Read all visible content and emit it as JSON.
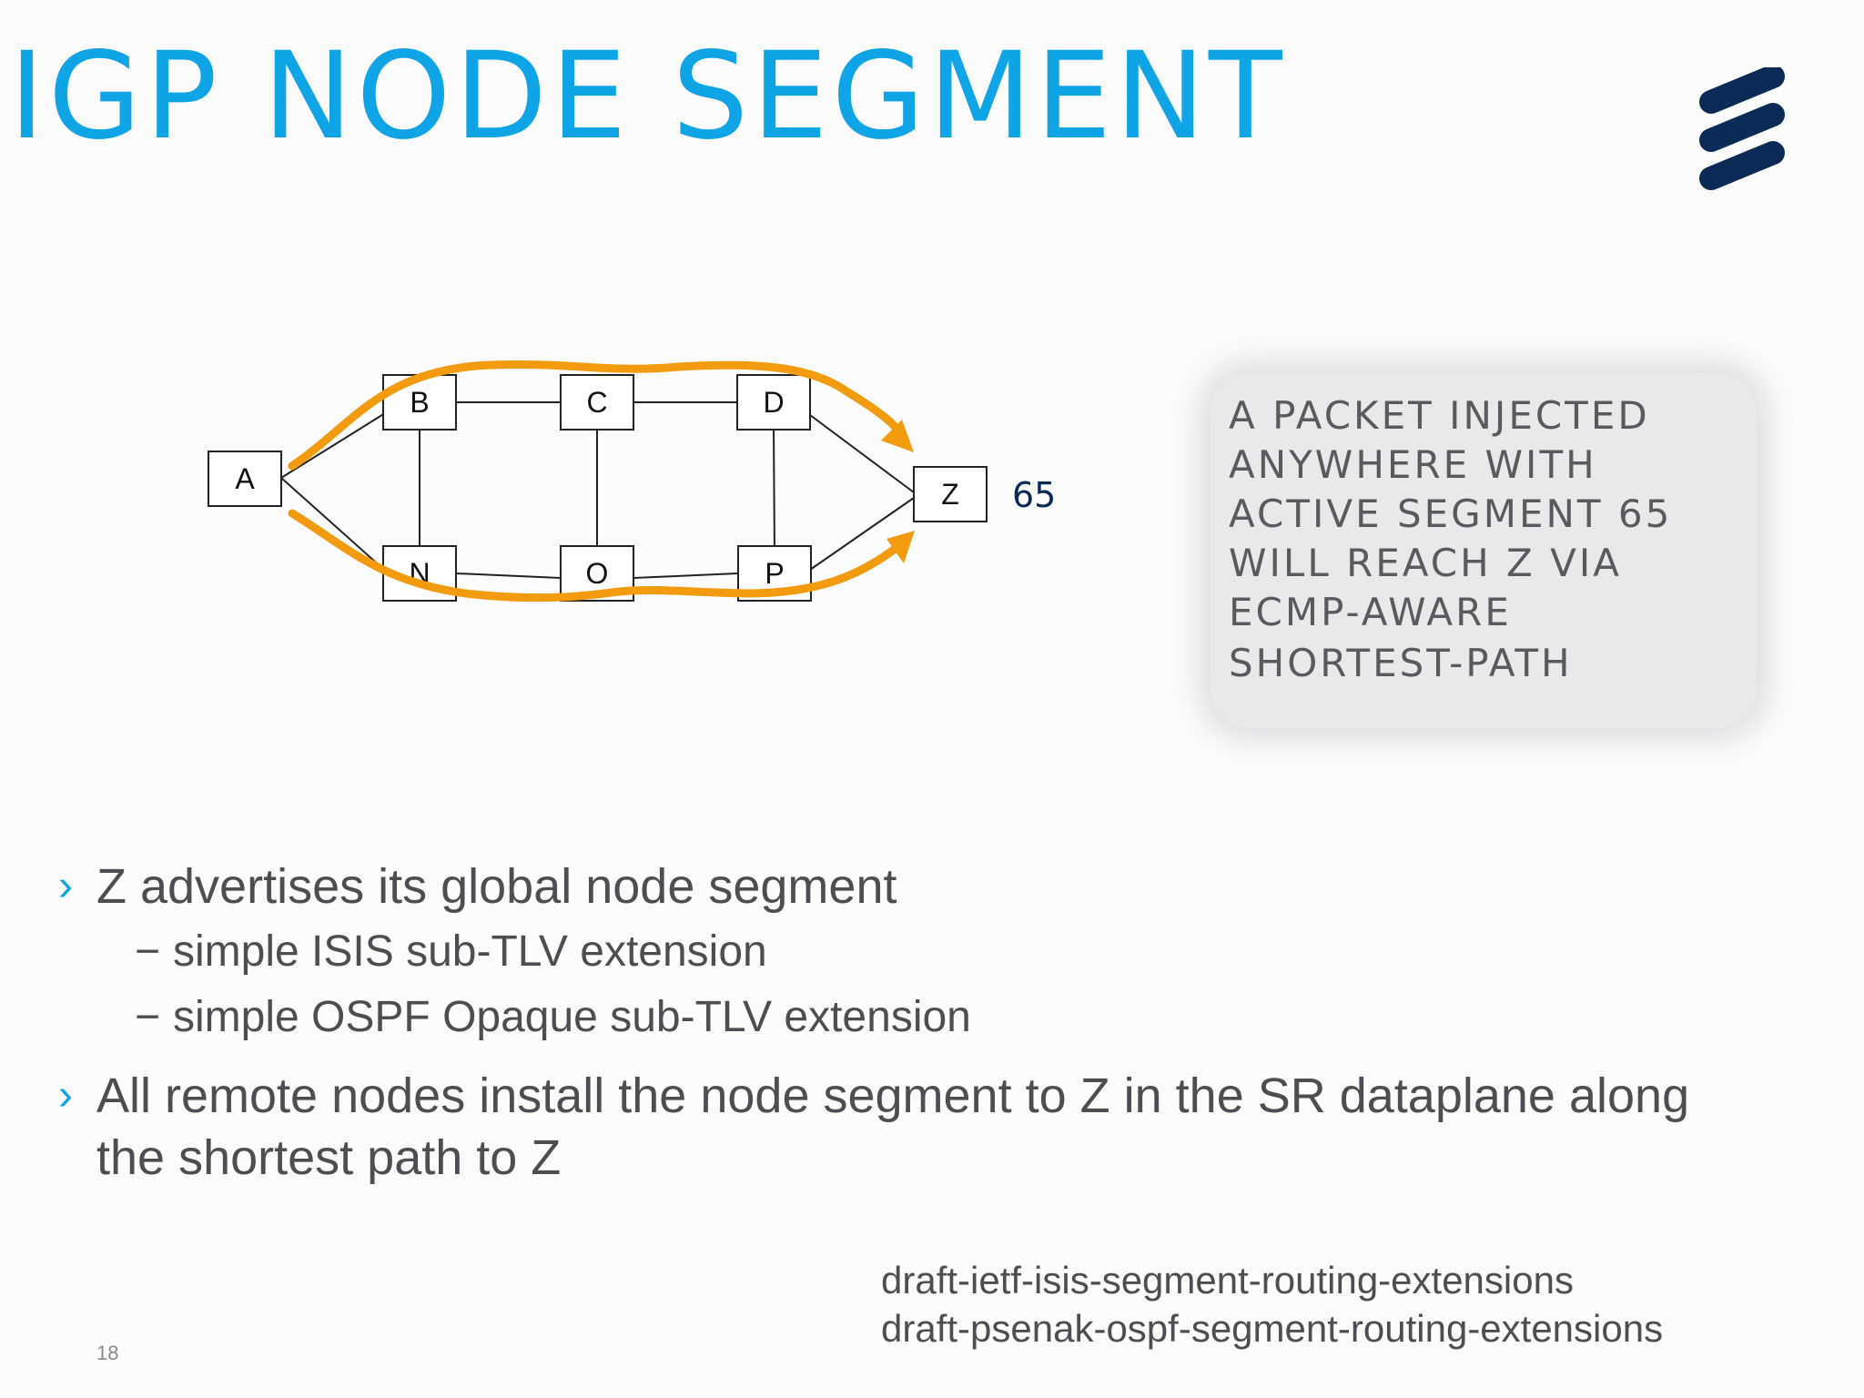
{
  "slide": {
    "title": "IGP NODE SEGMENT",
    "page_number": "18"
  },
  "diagram": {
    "nodes": [
      "A",
      "B",
      "C",
      "D",
      "N",
      "O",
      "P",
      "Z"
    ],
    "segment_label": "65"
  },
  "callout": {
    "lines": [
      "A PACKET INJECTED",
      "ANYWHERE WITH",
      "ACTIVE SEGMENT 65",
      "WILL REACH Z VIA",
      "ECMP-AWARE",
      "SHORTEST-PATH"
    ]
  },
  "bullets": {
    "b1": {
      "marker": "›",
      "text": "Z advertises its global node segment",
      "subs": [
        {
          "marker": "−",
          "text": "simple ISIS sub-TLV extension"
        },
        {
          "marker": "−",
          "text": "simple OSPF Opaque sub-TLV extension"
        }
      ]
    },
    "b2": {
      "marker": "›",
      "line1": "All remote nodes install the node segment to Z in the SR dataplane along",
      "line2": "the shortest path to Z"
    }
  },
  "references": [
    "draft-ietf-isis-segment-routing-extensions",
    "draft-psenak-ospf-segment-routing-extensions"
  ],
  "colors": {
    "title": "#0fa4e6",
    "path_arrow": "#f29b0e",
    "logo": "#0b2a55",
    "body_text": "#4e4e52"
  }
}
